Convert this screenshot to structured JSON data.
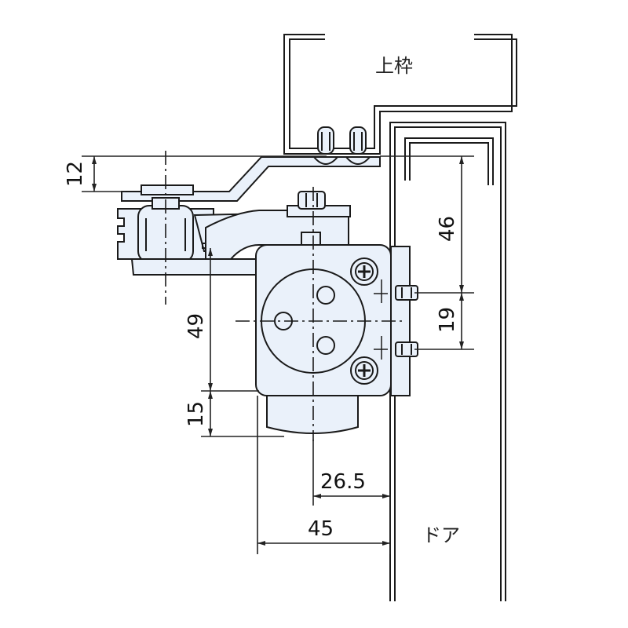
{
  "labels": {
    "upper_frame": "上枠",
    "door": "ドア"
  },
  "dimensions": {
    "d12": "12",
    "d46": "46",
    "d49": "49",
    "d19": "19",
    "d15": "15",
    "d26_5": "26.5",
    "d45": "45"
  },
  "colors": {
    "part_fill": "#eaf1fa",
    "outline": "#1a1a1a",
    "dim_line": "#222222"
  }
}
